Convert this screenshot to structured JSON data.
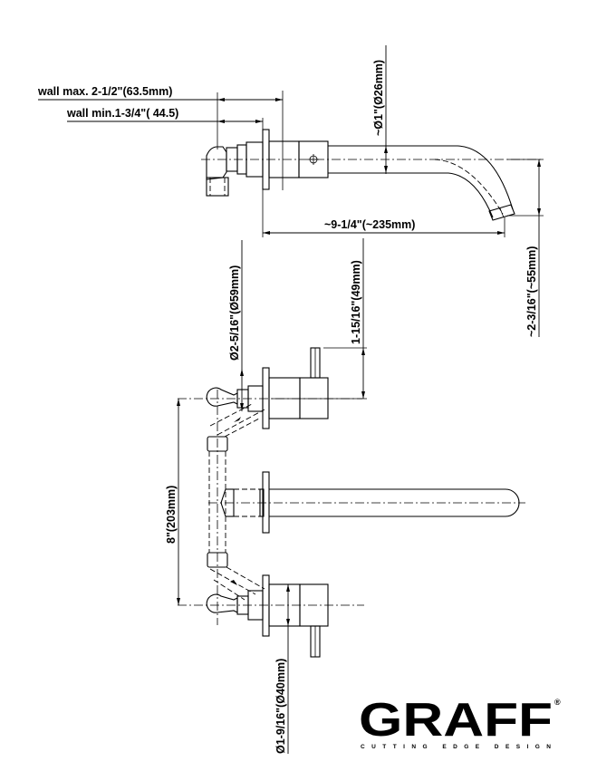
{
  "drawing": {
    "title": "Wall-mounted faucet dimension drawing",
    "side_view": {
      "wall_max_label": "wall max. 2-1/2\"(63.5mm)",
      "wall_min_label": "wall min.1-3/4\"( 44.5)",
      "spout_diameter_label": "~Ø1\"(Ø26mm)",
      "spout_reach_label": "~9-1/4\"(~235mm)",
      "spout_drop_label": "~2-3/16\"(~55mm)"
    },
    "front_view": {
      "escutcheon_diameter_label": "Ø2-5/16\"(Ø59mm)",
      "handle_height_label": "1-15/16\"(49mm)",
      "valve_spacing_label": "8\"(203mm)",
      "handle_body_diameter_label": "Ø1-9/16\"(Ø40mm)"
    },
    "brand": {
      "name": "GRAFF",
      "registered_mark": "®",
      "tagline": "CUTTING EDGE DESIGN"
    }
  }
}
